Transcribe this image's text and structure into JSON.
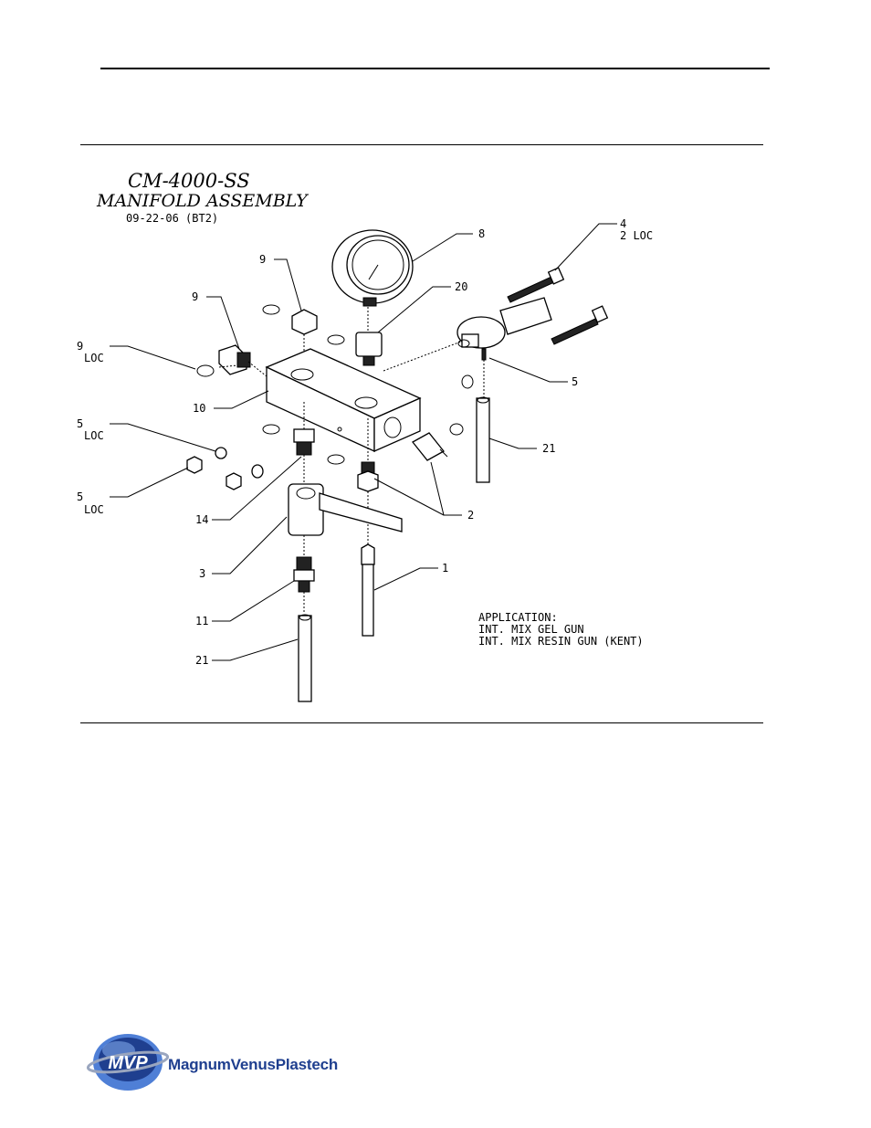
{
  "drawing": {
    "title": "CM-4000-SS",
    "subtitle": "MANIFOLD ASSEMBLY",
    "date": "09-22-06 (BT2)",
    "application": {
      "heading": "APPLICATION:",
      "lines": [
        "INT. MIX GEL GUN",
        "INT. MIX RESIN GUN (KENT)"
      ]
    },
    "callouts": [
      {
        "id": "c-8",
        "label": "8"
      },
      {
        "id": "c-4",
        "label": "4",
        "qty": "2 LOC"
      },
      {
        "id": "c-9a",
        "label": "9"
      },
      {
        "id": "c-9b",
        "label": "9"
      },
      {
        "id": "c-20",
        "label": "20"
      },
      {
        "id": "c-19",
        "label": "9",
        "qty": "LOC"
      },
      {
        "id": "c-10",
        "label": "10"
      },
      {
        "id": "c-5",
        "label": "5"
      },
      {
        "id": "c-15a",
        "label": "5",
        "qty": "LOC"
      },
      {
        "id": "c-21a",
        "label": "21"
      },
      {
        "id": "c-15b",
        "label": "5",
        "qty": "LOC"
      },
      {
        "id": "c-14",
        "label": "14"
      },
      {
        "id": "c-2",
        "label": "2"
      },
      {
        "id": "c-3",
        "label": "3"
      },
      {
        "id": "c-1",
        "label": "1"
      },
      {
        "id": "c-11",
        "label": "11"
      },
      {
        "id": "c-21b",
        "label": "21"
      }
    ]
  },
  "footer": {
    "logo_mark": "MVP",
    "company": "MagnumVenusPlastech",
    "colors": {
      "logo_blue": "#1f3f8f",
      "logo_light": "#4f7fd6"
    }
  }
}
